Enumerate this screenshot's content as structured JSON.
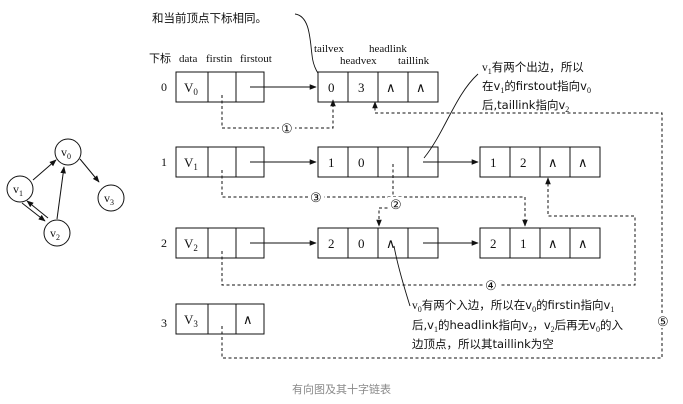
{
  "note_top": "和当前顶点下标相同。",
  "headers": {
    "index": "下标",
    "data": "data",
    "firstin": "firstin",
    "firstout": "firstout",
    "tailvex": "tailvex",
    "headvex": "headvex",
    "headlink": "headlink",
    "taillink": "taillink"
  },
  "vertices": [
    {
      "index": "0",
      "name": "V",
      "sub": "0"
    },
    {
      "index": "1",
      "name": "V",
      "sub": "1"
    },
    {
      "index": "2",
      "name": "V",
      "sub": "2"
    },
    {
      "index": "3",
      "name": "V",
      "sub": "3"
    }
  ],
  "vertex3_firstout": "∧",
  "edges": [
    {
      "tailvex": "0",
      "headvex": "3",
      "headlink": "∧",
      "taillink": "∧"
    },
    {
      "tailvex": "1",
      "headvex": "0",
      "headlink": "",
      "taillink": ""
    },
    {
      "tailvex": "1",
      "headvex": "2",
      "headlink": "∧",
      "taillink": "∧"
    },
    {
      "tailvex": "2",
      "headvex": "0",
      "headlink": "∧",
      "taillink": ""
    },
    {
      "tailvex": "2",
      "headvex": "1",
      "headlink": "∧",
      "taillink": "∧"
    }
  ],
  "circled": [
    "①",
    "②",
    "③",
    "④",
    "⑤"
  ],
  "note_right": {
    "line1": [
      "v",
      "1",
      "有两个出边，所以"
    ],
    "line2": [
      "在v",
      "1",
      "的firstout指向v",
      "0"
    ],
    "line3": [
      "后,taillink指向v",
      "2"
    ]
  },
  "note_bottom": {
    "line1": [
      "v",
      "0",
      "有两个入边，所以在v",
      "0",
      "的firstin指向v",
      "1"
    ],
    "line2": [
      "后,v",
      "1",
      "的headlink指向v",
      "2",
      "，v",
      "2",
      "后再无v",
      "0",
      "的入"
    ],
    "line3": [
      "边顶点，所以其taillink为空"
    ]
  },
  "graph_nodes": [
    {
      "name": "v",
      "sub": "0"
    },
    {
      "name": "v",
      "sub": "1"
    },
    {
      "name": "v",
      "sub": "2"
    },
    {
      "name": "v",
      "sub": "3"
    }
  ],
  "caption": "有向图及其十字链表"
}
